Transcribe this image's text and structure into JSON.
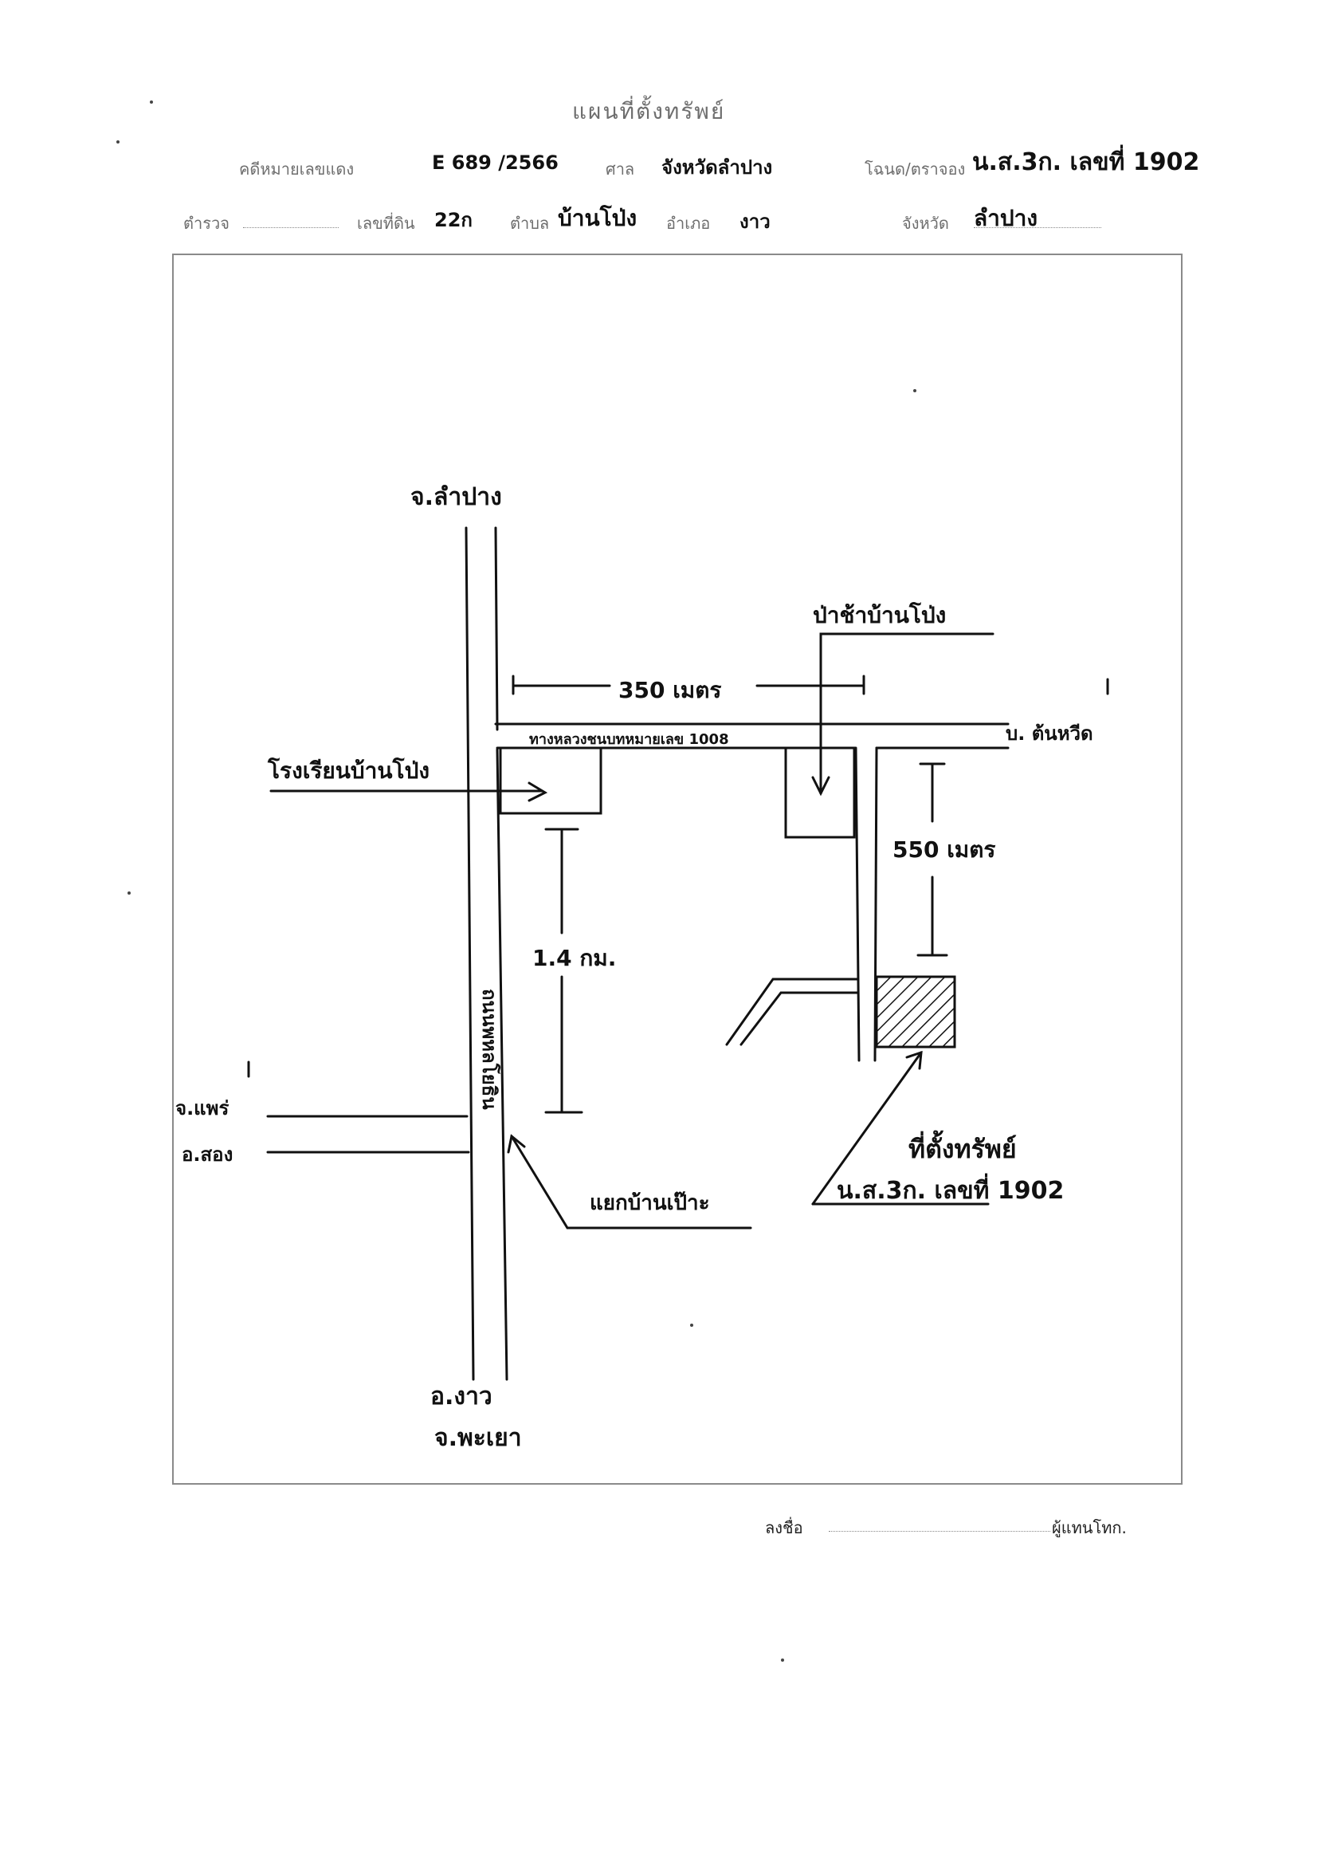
{
  "header": {
    "title": "แผนที่ตั้งทรัพย์",
    "debtor_label": "คดีหมายเลขแดง",
    "debtor_value": "E 689 /2566",
    "court_label": "ศาล",
    "court_value": "จังหวัดลำปาง",
    "deed_label": "โฉนด/ตราจอง",
    "deed_value": "น.ส.3ก. เลขที่ 1902",
    "survey_label": "ตำรวจ",
    "plot_label": "เลขที่ดิน",
    "plot_value": "22ก",
    "subdistrict_label": "ตำบล",
    "subdistrict_value": "บ้านโป่ง",
    "district_label": "อำเภอ",
    "district_value": "งาว",
    "province_label": "จังหวัด",
    "province_value": "ลำปาง"
  },
  "map": {
    "north_label": "จ.ลำปาง",
    "south_label_1": "อ.งาว",
    "south_label_2": "จ.พะเยา",
    "west_label_1": "จ.แพร่",
    "west_label_2": "อ.สอง",
    "main_road_label": "ถนนพหลโยธิน",
    "branch_road_label": "ทางหลวงชนบทหมายเลข 1008",
    "east_road_label": "บ. ต้นหวีด",
    "school_label": "โรงเรียนบ้านโป่ง",
    "cemetery_label": "ป่าช้าบ้านโป่ง",
    "junction_label": "แยกบ้านเป๊าะ",
    "distance_1": "350 เมตร",
    "distance_2": "550 เมตร",
    "distance_3": "1.4 กม.",
    "property_label": "ที่ตั้งทรัพย์",
    "property_deed": "น.ส.3ก. เลขที่ 1902"
  },
  "footer": {
    "sign_label": "ลงชื่อ",
    "sign_role": "ผู้แทนโทก."
  }
}
